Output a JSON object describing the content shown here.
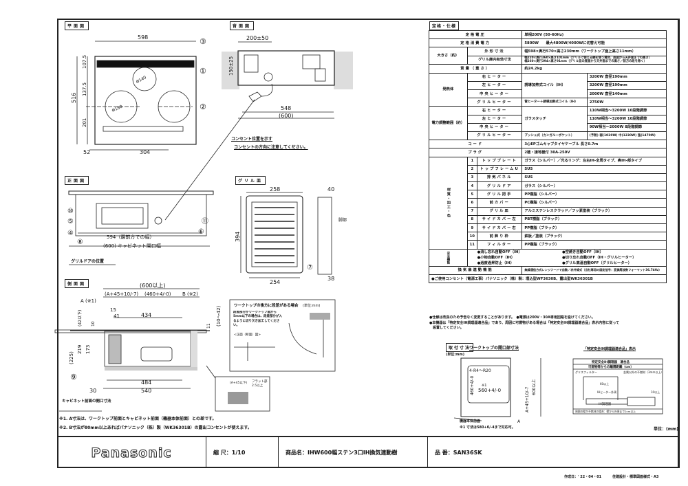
{
  "views": {
    "plan": {
      "title": "平面図",
      "dims": [
        "598",
        "516",
        "107.5",
        "137.5",
        "201",
        "52",
        "304",
        "Φ140",
        "Φ180"
      ],
      "callouts": [
        "③",
        "①",
        "②"
      ]
    },
    "back": {
      "title": "背面図",
      "dims": [
        "200±50",
        "150±25",
        "548",
        "(600)"
      ],
      "note1": "コンセント位置を示す",
      "note2": "コンセントの方向に注意してください。"
    },
    "front": {
      "title": "正面図",
      "dim1": "594（最前方での幅）",
      "dim2": "(600) キャビネット開口幅",
      "note": "グリルドアの位置",
      "callouts": [
        "⑩",
        "⑤",
        "④",
        "⑧",
        "⑪",
        "⑥"
      ]
    },
    "grill": {
      "title": "グリル皿",
      "dims": [
        "258",
        "394",
        "254",
        "40",
        "38"
      ],
      "leg": "脚部",
      "callout": "⑦"
    },
    "side": {
      "title": "側面図",
      "dims": [
        "(600以上)",
        "(A+45+10/-7)",
        "(460+4/-0)",
        "B (※2)",
        "A (※1)",
        "15",
        "41",
        "434",
        "(42以下)",
        "10",
        "11",
        "(10～42)",
        "(225)",
        "219",
        "173",
        "484",
        "540",
        "30"
      ],
      "callout": "⑨",
      "note": "キャビネット前面の開口寸法"
    },
    "worktop": {
      "title": "ワークトップの後方に段差がある場合",
      "unit": "(単位:mm)",
      "text": "段差部分がワークトップ面から5mm以下の場合は、段差部分が入るように切り欠き加工してください。",
      "sub": "<正面（断面）図>"
    },
    "detail": {
      "labels": [
        "(A+45以下)",
        "フラット部",
        "2.5以上"
      ]
    }
  },
  "notes": [
    "※1. A寸法は、ワークトップ前面とキャビネット前面（機器本体前面）との差です。",
    "※2. B寸法が80mm以上あればパナソニック（株）製（WK36301B）の露出コンセントが使えます。"
  ],
  "spec": {
    "title": "定格・仕様",
    "rows": {
      "voltage": [
        "定格電圧",
        "単相200V (50-60Hz)"
      ],
      "power": [
        "定格消費電力",
        "5800W　　最大4800W/4000Wに切替え可能"
      ],
      "size_group": "大きさ（約）",
      "outer": [
        "外形寸法",
        "幅598×奥行570×高さ230mm（ワークトップ面上高さ11mm）"
      ],
      "grill_inner": [
        "グリル庫内有効寸法",
        "幅220×奥行360×高さ101mm（グリルで使える網を使う場合、底面から天井面までの高さ）",
        "幅260×奥行394×高さ91mm（グリル皿の底面から天井面までの高さ／前方の段を除く）"
      ],
      "mass": [
        "質量（重さ）",
        "約24.2kg"
      ],
      "heater_group": "発熱体",
      "heaters": [
        [
          "右ヒーター",
          "3200W 直径190mm"
        ],
        [
          "左ヒーター",
          "3200W 直径190mm"
        ],
        [
          "中央ヒーター",
          "2000W 直径140mm"
        ],
        [
          "グリルヒーター",
          "2750W"
        ]
      ],
      "heater_type": "誘導加熱式コイル（IH）",
      "grill_type": "管ヒーター＋誘導加熱式コイル（IH）",
      "range_group": "電力調整範囲（約）",
      "ranges": [
        [
          "右ヒーター",
          "110W相当～3200W 10段階調節"
        ],
        [
          "左ヒーター",
          "110W相当～3200W 10段階調節"
        ],
        [
          "中央ヒーター",
          "90W相当～2000W 8段階調節"
        ],
        [
          "グリルヒーター",
          "(予熱) 弱(1020W) 中(1230W) 強(1470W)"
        ]
      ],
      "range_type": "ガラスタッチ",
      "grill_range_type": "プッシュ式（カンガルーポケット）",
      "cord": [
        "コード",
        "3心EPゴムキャブタイヤケーブル 長さ0.7m"
      ],
      "plug": [
        "プラグ",
        "2極・接地極付 30A-250V"
      ],
      "material_group": "材質・加工・色",
      "materials": [
        [
          "1",
          "トッププレート",
          "ガラス（シルバー）／光るリング：左右IH-全周タイプ、奥IH-部タイプ"
        ],
        [
          "2",
          "トップフレームU",
          "SUS"
        ],
        [
          "3",
          "排気パネル",
          "SUS"
        ],
        [
          "4",
          "グリルドア",
          "ガラス（シルバー）"
        ],
        [
          "5",
          "グリル把手",
          "PP樹脂（シルバー）"
        ],
        [
          "6",
          "前カバー",
          "PC樹脂（シルバー）"
        ],
        [
          "7",
          "グリル皿",
          "アルミステンレスクラッド／フッ素塗装（ブラック）"
        ],
        [
          "8",
          "サイドカバー左",
          "PBT樹脂（ブラック）"
        ],
        [
          "9",
          "サイドカバー右",
          "PP樹脂（ブラック）"
        ],
        [
          "10",
          "前飾り枠",
          "鉄板／塗装（ブラック）"
        ],
        [
          "11",
          "フィルター",
          "PP樹脂（ブラック）"
        ]
      ],
      "safety_group": "安全機能",
      "safety": [
        "●消し忘れ自動OFF（IH）",
        "●空焼き自動OFF（IH）",
        "●小物自動OFF（IH）",
        "●切り忘れ自動OFF（IH・グリルヒーター）",
        "●過度過昇防止（IH）",
        "●グリル高温自動OFF（グリルヒーター）"
      ],
      "fan": [
        "換気扇連動機能",
        "無線通信方式レンジフードで自動／赤外線式（当社専用の固定信号：変調周波数フォーマット36.7kHz）"
      ],
      "outlet": "●ご使用コンセント（電源工事）パナソニック（株）製：埋込型WF3630B、露出型WK36301B"
    },
    "notes": [
      "●仕様は改良のため予告なく変更することがあります。　●電源は200V・30A専用回路を設けてください。",
      "●本機器は「特定安全IH調理器適合品」であり、周囲に可燃物がある場合は「特定安全IH調理器適合品」表示内容に従って",
      "　設置してください。"
    ]
  },
  "install": {
    "tag": "取付寸法",
    "title": "ワークトップの開口部寸法",
    "unit": "(単位:mm)",
    "labels": [
      "4-R4～R20",
      "460+4/-0",
      "※1",
      "560+4/-0",
      "A+45+10/-7",
      "600以上",
      "A",
      "機器本体前面"
    ],
    "note": "※1 寸法は580+0/-4まで対応可。",
    "safe_title": "「特定安全IH調理器適合品」表示",
    "safe_box": [
      "特定安全IH調理器　適合品",
      "可燃物等からの離隔距離（cm）",
      "グリスフィルター",
      "金属以外の不燃材（3mm以上）",
      "60以上",
      "IHヒーター外周",
      "10以上",
      "IH調理器",
      "周囲の壁が不燃材の場合：壁から外周まで2cm以上"
    ]
  },
  "unit": "単位：(mm)",
  "titleblock": {
    "brand": "Panasonic",
    "scale": "縮 尺：1/10",
    "product": "商品名：IHW600幅ステン3口IH換気連動樹",
    "model": "品 番：SAN36SK"
  },
  "footer": {
    "date": "作成日：' 22・04・01",
    "doc": "住建設計・標準図面様式・A3"
  }
}
